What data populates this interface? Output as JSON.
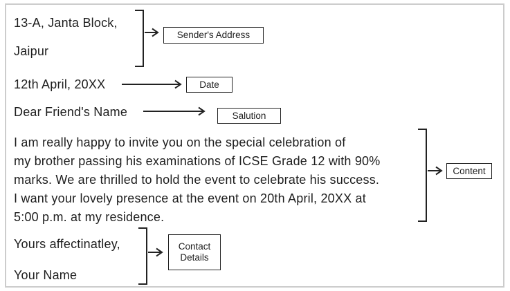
{
  "letter": {
    "address_line1": "13-A, Janta Block,",
    "address_line2": "Jaipur",
    "date": "12th April, 20XX",
    "salutation": "Dear Friend's Name",
    "content_lines": [
      "I am really happy to invite you on the special celebration of",
      "my brother passing his examinations of ICSE Grade 12 with 90%",
      "marks. We are thrilled to hold the event to celebrate his success.",
      "I want your lovely presence at the event on 20th April, 20XX at",
      "5:00 p.m. at my residence."
    ],
    "closing": "Yours affectinatley,",
    "signature": "Your Name"
  },
  "labels": {
    "sender_address": "Sender's Address",
    "date": "Date",
    "salutation": "Salution",
    "content": "Content",
    "contact_details": "Contact Details"
  },
  "colors": {
    "text": "#1e1e1e",
    "box_border": "#222222",
    "frame_border": "#cccccc"
  }
}
